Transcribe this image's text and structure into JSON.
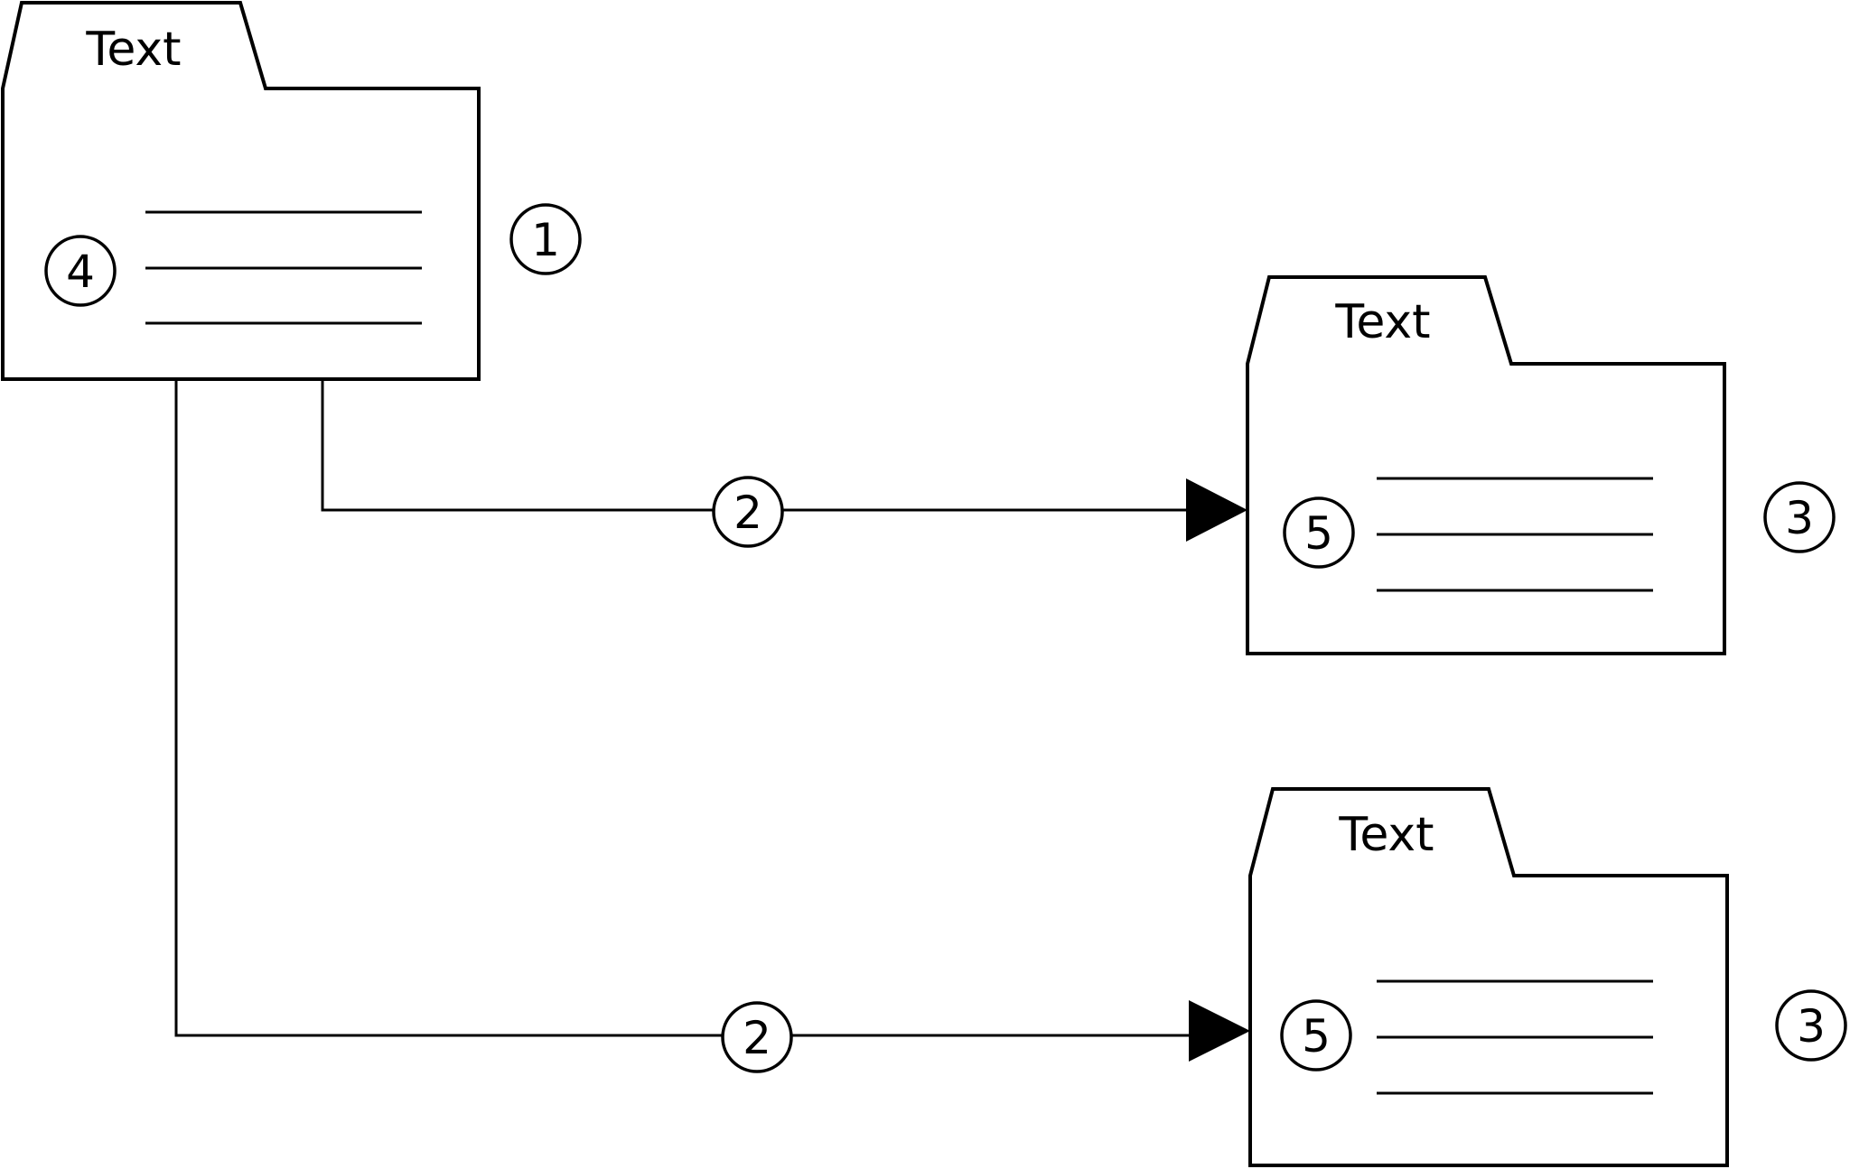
{
  "packages": [
    {
      "label": "Text"
    },
    {
      "label": "Text"
    },
    {
      "label": "Text"
    }
  ],
  "callouts": {
    "package_top_left": "1",
    "connector_upper": "2",
    "connector_lower": "2",
    "package_upper_right": "3",
    "package_lower_right": "3",
    "body_top_left": "4",
    "body_upper_right": "5",
    "body_lower_right": "5"
  }
}
